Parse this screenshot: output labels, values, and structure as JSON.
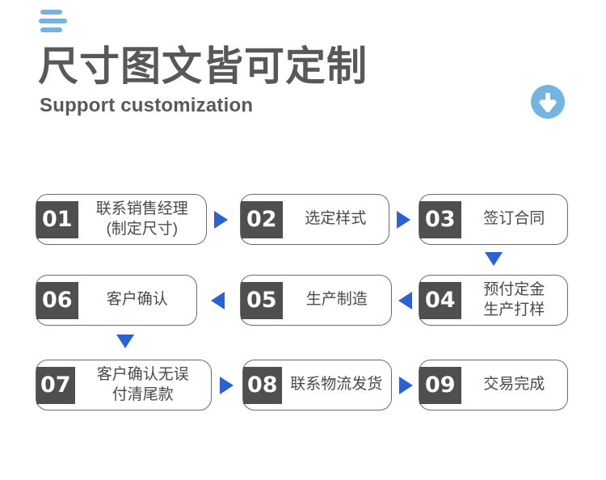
{
  "header": {
    "menu_icon": "hamburger-list-icon",
    "title_cn": "尺寸图文皆可定制",
    "title_en": "Support customization",
    "down_badge_icon": "circle-arrow-down-icon"
  },
  "colors": {
    "accent_blue": "#74b4e0",
    "arrow_blue": "#2a62d4",
    "number_box": "#4f4f4f",
    "text_gray": "#4a4a4a",
    "title_gray": "#585858",
    "border_gray": "#6b6b6b"
  },
  "flow": {
    "steps": [
      {
        "num": "01",
        "label": "联系销售经理\n(制定尺寸)"
      },
      {
        "num": "02",
        "label": "选定样式"
      },
      {
        "num": "03",
        "label": "签订合同"
      },
      {
        "num": "04",
        "label": "预付定金\n生产打样"
      },
      {
        "num": "05",
        "label": "生产制造"
      },
      {
        "num": "06",
        "label": "客户确认"
      },
      {
        "num": "07",
        "label": "客户确认无误\n付清尾款"
      },
      {
        "num": "08",
        "label": "联系物流发货"
      },
      {
        "num": "09",
        "label": "交易完成"
      }
    ],
    "connectors": [
      {
        "name": "arrow-01-to-02",
        "dir": "right"
      },
      {
        "name": "arrow-02-to-03",
        "dir": "right"
      },
      {
        "name": "arrow-03-to-04",
        "dir": "down"
      },
      {
        "name": "arrow-04-to-05",
        "dir": "left"
      },
      {
        "name": "arrow-05-to-06",
        "dir": "left"
      },
      {
        "name": "arrow-06-to-07",
        "dir": "down"
      },
      {
        "name": "arrow-07-to-08",
        "dir": "right"
      },
      {
        "name": "arrow-08-to-09",
        "dir": "right"
      }
    ]
  }
}
